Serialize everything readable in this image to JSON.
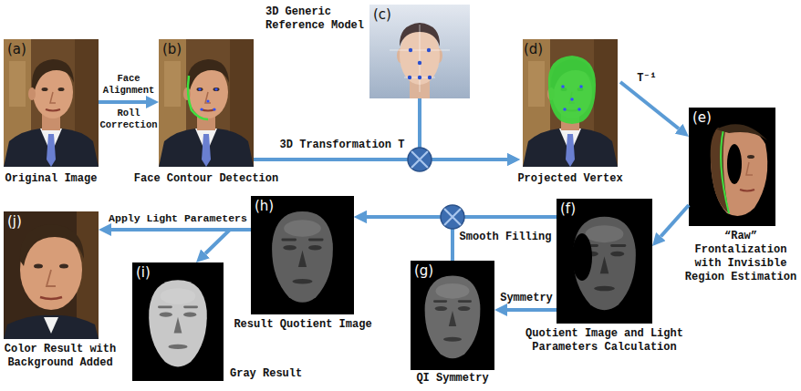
{
  "diagram": {
    "nodes": [
      {
        "text": [
          "(a)",
          "Original Image"
        ]
      },
      {
        "text": [
          "(b)",
          "Face Contour Detection"
        ]
      },
      {
        "text": [
          "(c)",
          "3D Generic Reference Model"
        ]
      },
      {
        "text": [
          "(d)",
          "Projected Vertex"
        ]
      },
      {
        "text": [
          "(e)",
          "“Raw” Frontalization with Invisible Region Estimation"
        ]
      },
      {
        "text": [
          "(f)",
          "Quotient Image and Light Parameters Calculation"
        ]
      },
      {
        "text": [
          "(g)",
          "QI Symmetry"
        ]
      },
      {
        "text": [
          "(h)",
          "Result Quotient Image"
        ]
      },
      {
        "text": [
          "(i)",
          "Gray Result"
        ]
      },
      {
        "text": [
          "(j)",
          "Color Result with Background Added"
        ]
      }
    ],
    "edges": [
      {
        "from": 0,
        "to": 1,
        "arrow": "to",
        "label": "Face Alignment"
      },
      {
        "from": 1,
        "to": 3,
        "arrow": "to",
        "label": "3D Transformation T"
      },
      {
        "from": 2,
        "to": 3,
        "arrow": "to"
      },
      {
        "from": 3,
        "to": 4,
        "arrow": "to",
        "label": "T⁻¹"
      },
      {
        "from": 4,
        "to": 5,
        "arrow": "to"
      },
      {
        "from": 5,
        "to": 6,
        "arrow": "to",
        "label": "Symmetry"
      },
      {
        "from": 5,
        "to": 7,
        "arrow": "to",
        "label": "Smooth Filling"
      },
      {
        "from": 6,
        "to": 7,
        "arrow": "to"
      },
      {
        "from": 7,
        "to": 9,
        "arrow": "to",
        "label": "Apply Light Parameters"
      },
      {
        "from": 7,
        "to": 8,
        "arrow": "to"
      }
    ],
    "labels": [
      "Roll Correction"
    ]
  }
}
